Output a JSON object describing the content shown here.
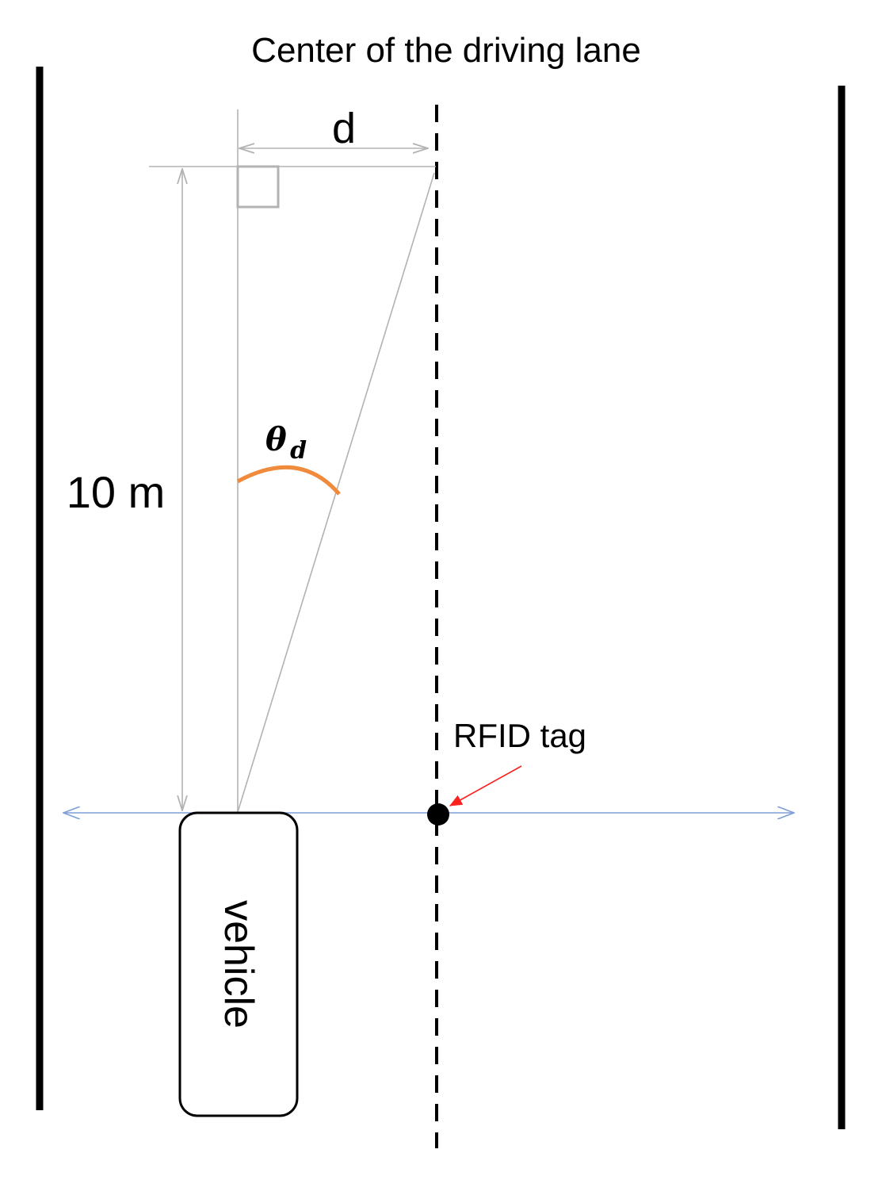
{
  "title": "Center of the driving lane",
  "labels": {
    "distance": "d",
    "angle_symbol": "θ",
    "angle_subscript": "d",
    "length": "10 m",
    "tag": "RFID tag",
    "vehicle": "vehicle"
  },
  "colors": {
    "road_edge": "#000000",
    "center_line": "#000000",
    "construction_line": "#b3b3b3",
    "angle_arc": "#f08a3c",
    "scan_line": "#7f9fd8",
    "tag_pointer": "#ff2020",
    "tag_marker": "#000000"
  }
}
